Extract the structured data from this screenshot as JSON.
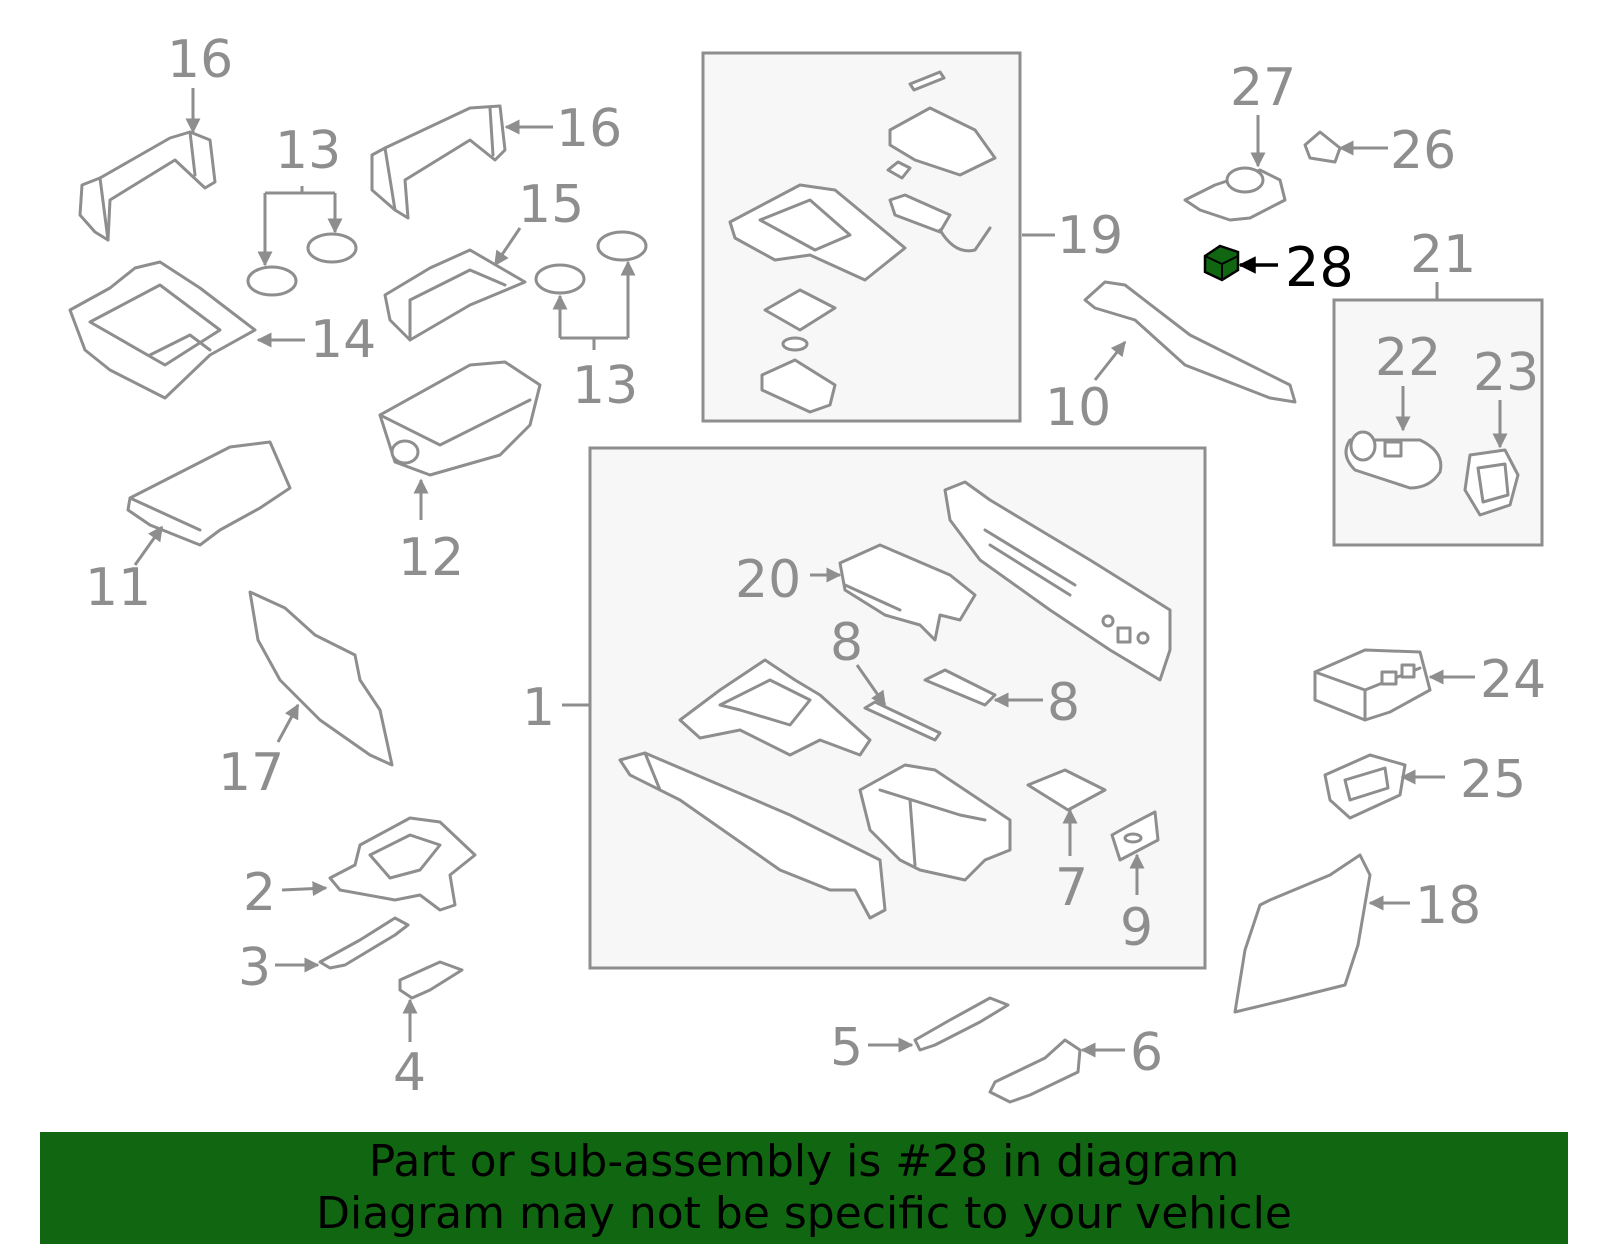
{
  "labels": {
    "l16a": "16",
    "l16b": "16",
    "l13a": "13",
    "l13b": "13",
    "l15": "15",
    "l14": "14",
    "l11": "11",
    "l12": "12",
    "l17": "17",
    "l2": "2",
    "l3": "3",
    "l4": "4",
    "l19": "19",
    "l10": "10",
    "l27": "27",
    "l26": "26",
    "l28": "28",
    "l21": "21",
    "l22": "22",
    "l23": "23",
    "l20": "20",
    "l8a": "8",
    "l8b": "8",
    "l1": "1",
    "l7": "7",
    "l9": "9",
    "l24": "24",
    "l25": "25",
    "l18": "18",
    "l5": "5",
    "l6": "6"
  },
  "highlight": {
    "part": "28",
    "color": "#116611"
  },
  "banner": {
    "line1": "Part or sub-assembly is #28 in diagram",
    "line2": "Diagram may not be specific to your vehicle",
    "bg_color": "#116611"
  }
}
